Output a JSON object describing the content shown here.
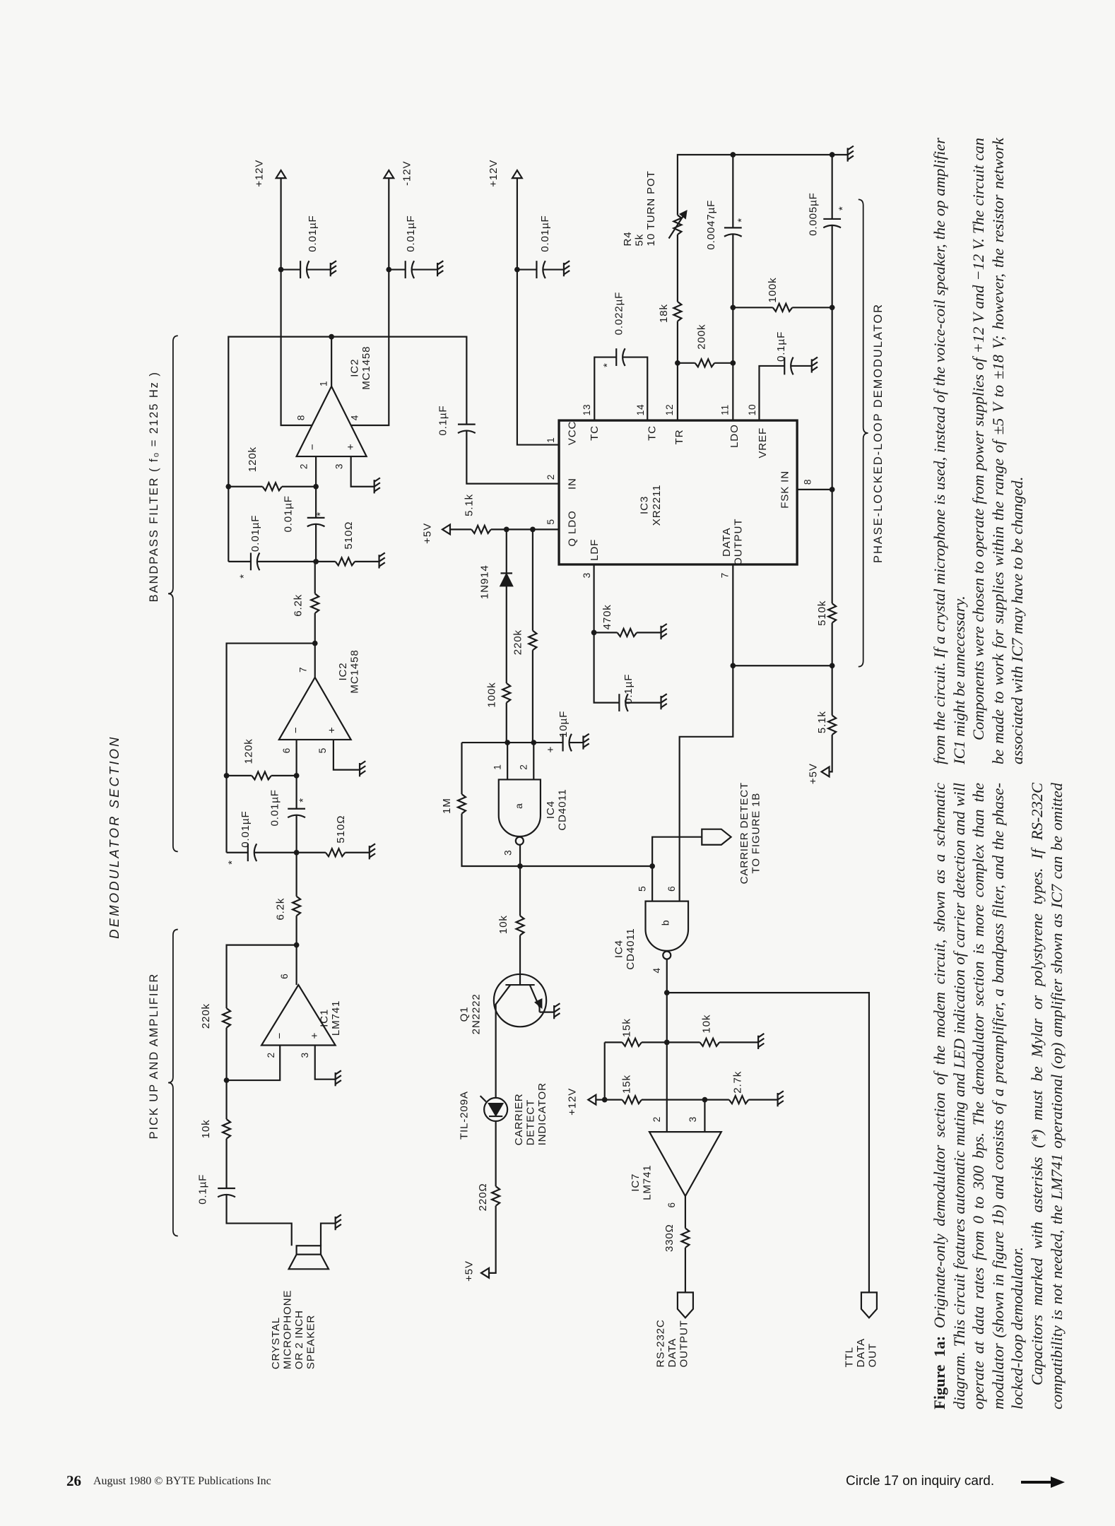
{
  "sections": {
    "title": "DEMODULATOR SECTION",
    "pickup": "PICK UP AND AMPLIFIER",
    "bandpass": "BANDPASS FILTER ( f₀ = 2125 Hz )",
    "pll": "PHASE-LOCKED-LOOP DEMODULATOR"
  },
  "labels": {
    "mic": [
      "CRYSTAL",
      "MICROPHONE",
      "OR 2 INCH",
      "SPEAKER"
    ],
    "c_in": "0.1µF",
    "r_in": "10k",
    "r_fb1": "220k",
    "ic1": [
      "IC1",
      "LM741"
    ],
    "ic1_pins": [
      "2",
      "3",
      "6"
    ],
    "r_62k_a": "6.2k",
    "r_62k_b": "6.2k",
    "star": "*",
    "c_bp1a": "0.01µF",
    "c_bp1b": "0.01µF",
    "r_bp1": "120k",
    "r_bp1g": "510Ω",
    "ic2a": [
      "IC2",
      "MC1458"
    ],
    "ic2a_pins": [
      "6",
      "5",
      "7"
    ],
    "c_bp2a": "0.01µF",
    "c_bp2b": "0.01µF",
    "r_bp2": "120k",
    "r_bp2g": "510Ω",
    "ic2b": [
      "IC2",
      "MC1458"
    ],
    "ic2b_pins": [
      "2",
      "3",
      "8",
      "4",
      "1"
    ],
    "minus": "−",
    "plus": "+",
    "v_p12a": "+12V",
    "v_m12": "-12V",
    "v_p12b": "+12V",
    "v_p12c": "+12V",
    "c_byp1": "0.01µF",
    "c_byp2": "0.01µF",
    "c_byp3": "0.01µF",
    "c_couple": "0.1µF",
    "v_p5a": "+5V",
    "r_51k_a": "5.1k",
    "diode": "1N914",
    "ic3": [
      "IC3",
      "XR2211"
    ],
    "ic3_pins": [
      "1",
      "2",
      "5",
      "3",
      "7",
      "8",
      "13",
      "14",
      "12",
      "11",
      "10"
    ],
    "ic3_fn": {
      "vcc": "VCC",
      "in": "IN",
      "qldo": "Q LDO",
      "ldf": "LDF",
      "tc1": "TC",
      "tc2": "TC",
      "tr": "TR",
      "ldo": "LDO",
      "vref": "VREF",
      "fsk": "FSK IN",
      "data": [
        "DATA",
        "OUTPUT"
      ]
    },
    "c_tc": "0.022µF",
    "r_18k": "18k",
    "r_200k": "200k",
    "r_100k_pll": "100k",
    "c_vref": "0.1µF",
    "pot": [
      "R4",
      "5k",
      "10 TURN POT"
    ],
    "c_0047": "0.0047µF",
    "c_0005": "0.005µF",
    "r_470k": "470k",
    "c_ldf": "0.1µF",
    "c_10u": "10µF",
    "r_100k": "100k",
    "r_220k": "220k",
    "r_1m": "1M",
    "ic4a_pins": [
      "1",
      "2",
      "3"
    ],
    "gate_a": "a",
    "ic4a": [
      "IC4",
      "CD4011"
    ],
    "r_10k_q": "10k",
    "q1": [
      "Q1",
      "2N2222"
    ],
    "led": "TIL-209A",
    "led_label": [
      "CARRIER",
      "DETECT",
      "INDICATOR"
    ],
    "r_220": "220Ω",
    "v_p5b": "+5V",
    "ic4b_pins": [
      "5",
      "6",
      "4"
    ],
    "gate_b": "b",
    "ic4b": [
      "IC4",
      "CD4011"
    ],
    "carrier_out": [
      "CARRIER DETECT",
      "TO FIGURE 1B"
    ],
    "r_15k_a": "15k",
    "r_10k_b": "10k",
    "r_15k_b": "15k",
    "r_27k": "2.7k",
    "ic7_pins": [
      "2",
      "3",
      "6"
    ],
    "ic7": [
      "IC7",
      "LM741"
    ],
    "r_330": "330Ω",
    "rs232": [
      "RS-232C",
      "DATA",
      "OUTPUT"
    ],
    "ttl": [
      "TTL",
      "DATA",
      "OUT"
    ],
    "r_510k": "510k",
    "r_51k_b": "5.1k",
    "v_p5c": "+5V"
  },
  "caption": {
    "fig_label": "Figure 1a:",
    "p1": "Originate-only demodulator section of the modem circuit, shown as a schematic diagram. This circuit features automatic muting and LED indication of carrier detection and will operate at data rates from 0 to 300 bps. The demodulator section is more complex than the modulator (shown in figure 1b) and consists of a preamplifier, a bandpass filter, and the phase-locked-loop demodulator.",
    "p2": "Capacitors marked with asterisks (*) must be Mylar or polystyrene types. If RS-232C compatibility is not needed, the LM741 operational (op) amplifier shown as IC7 can be omitted from the circuit. If a crystal microphone is used, instead of the voice-coil speaker, the op amplifier IC1 might be unnecessary.",
    "p3": "Components were chosen to operate from power supplies of +12 V and −12 V. The circuit can be made to work for supplies within the range of ±5 V to ±18 V; however, the resistor network associated with IC7 may have to be changed."
  },
  "footer": {
    "page_number": "26",
    "publication": "August 1980 © BYTE Publications Inc",
    "inquiry": "Circle 17 on inquiry card.",
    "arrow_icon": "right-arrow-icon"
  }
}
